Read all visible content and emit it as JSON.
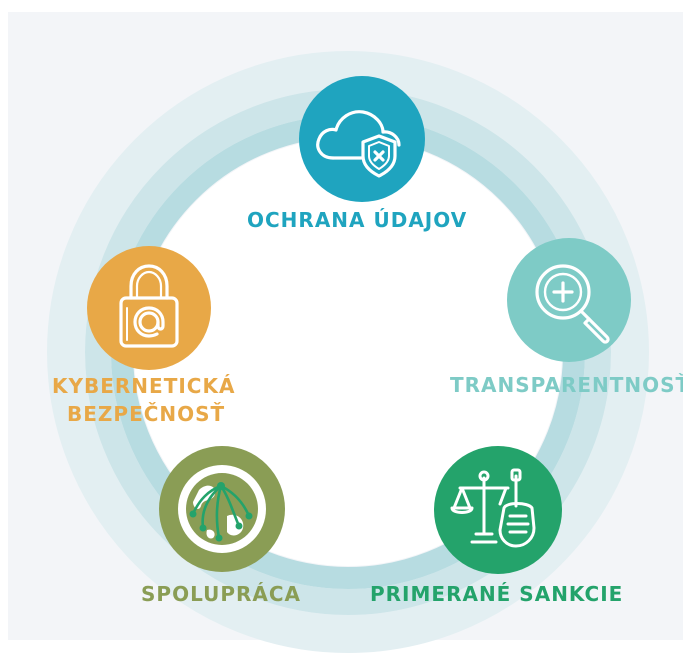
{
  "colors": {
    "background": "#f3f5f8",
    "ring_outer": "#e3eff2",
    "ring_mid": "#cde5e9",
    "ring_inner": "#b7dce1",
    "data_protection": "#1fa4bf",
    "transparency": "#7ecbc6",
    "proportionate_sanctions": "#24a36b",
    "cooperation": "#8a9d55",
    "cybersecurity": "#e8a847"
  },
  "nodes": {
    "data_protection": {
      "label": "OCHRANA ÚDAJOV",
      "icon": "cloud-shield-icon"
    },
    "transparency": {
      "label": "TRANSPARENTNOSŤ",
      "icon": "magnifier-plus-icon"
    },
    "proportionate_sanctions": {
      "label": "PRIMERANÉ SANKCIE",
      "icon": "scales-hand-icon"
    },
    "cooperation": {
      "label": "SPOLUPRÁCA",
      "icon": "globe-network-icon"
    },
    "cybersecurity": {
      "label_line1": "KYBERNETICKÁ",
      "label_line2": "BEZPEČNOSŤ",
      "icon": "padlock-at-icon"
    }
  }
}
